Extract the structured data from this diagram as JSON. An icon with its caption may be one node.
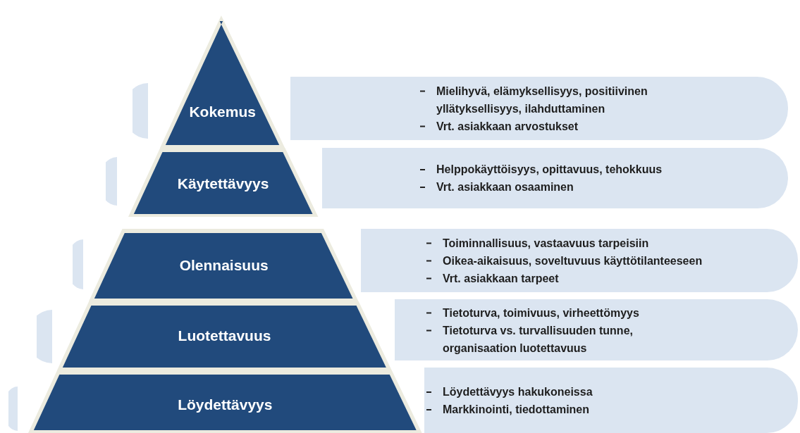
{
  "diagram": {
    "nodes": [
      {
        "text": [
          "Kokemus"
        ]
      },
      {
        "text": [
          "Käytettävyys"
        ]
      },
      {
        "text": [
          "Olennaisuus"
        ]
      },
      {
        "text": [
          "Luotettavuus"
        ]
      },
      {
        "text": [
          "Löydettävyys"
        ]
      },
      {
        "text": [
          "Mielihyvä, elämyksellisyys, positiivinen yllätyksellisyys, ilahduttaminen",
          "Vrt. asiakkaan arvostukset"
        ]
      },
      {
        "text": [
          "Helppokäyttöisyys, opittavuus, tehokkuus",
          "Vrt. asiakkaan osaaminen"
        ]
      },
      {
        "text": [
          "Toiminnallisuus, vastaavuus tarpeisiin",
          "Oikea-aikaisuus, soveltuvuus käyttötilanteeseen",
          "Vrt. asiakkaan tarpeet"
        ]
      },
      {
        "text": [
          "Tietoturva, toimivuus, virheettömyys",
          "Tietoturva vs. turvallisuuden tunne, organisaation luotettavuus"
        ]
      },
      {
        "text": [
          "Löydettävyys hakukoneissa",
          "Markkinointi, tiedottaminen"
        ]
      },
      {
        "text": [],
        "shape": "circle"
      },
      {
        "text": [],
        "shape": "circle"
      },
      {
        "text": [],
        "shape": "circle"
      },
      {
        "text": [],
        "shape": "circle"
      },
      {
        "text": [],
        "shape": "circle"
      }
    ]
  }
}
